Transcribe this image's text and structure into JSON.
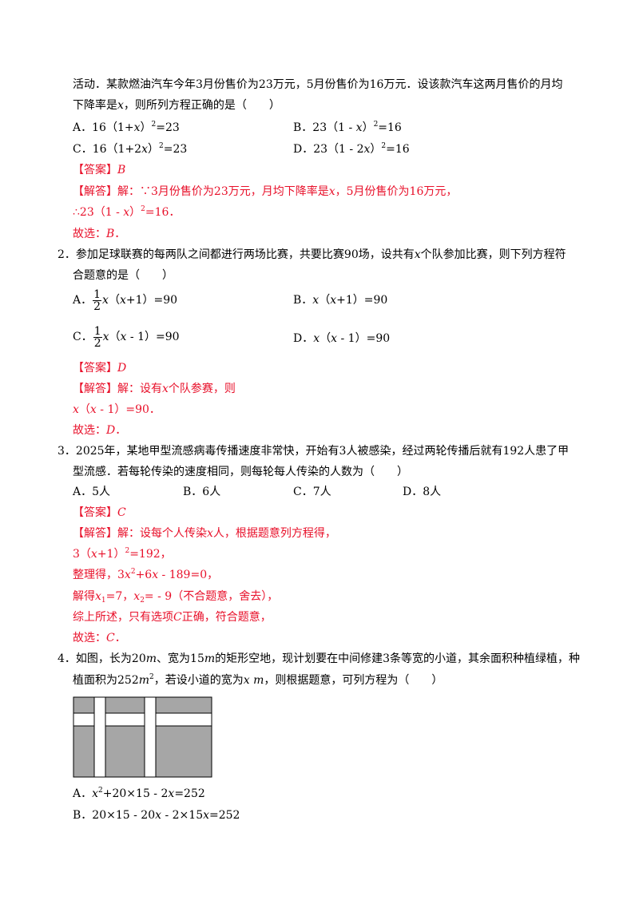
{
  "q1": {
    "line1": "活动．某款燃油汽车今年3月份售价为23万元，5月份售价为16万元．设该款汽车这两月售价的月均",
    "line2_a": "下降率是",
    "var": "x",
    "line2_b": "，则所列方程正确的是（　　）",
    "options": [
      {
        "label": "A．",
        "pre": "16（1+",
        "v": "x",
        "post": "）",
        "exp": "2",
        "tail": "=23"
      },
      {
        "label": "B．",
        "pre": "23（1 - ",
        "v": "x",
        "post": "）",
        "exp": "2",
        "tail": "=16"
      },
      {
        "label": "C．",
        "pre": "16（1+2",
        "v": "x",
        "post": "）",
        "exp": "2",
        "tail": "=23"
      },
      {
        "label": "D．",
        "pre": "23（1 - 2",
        "v": "x",
        "post": "）",
        "exp": "2",
        "tail": "=16"
      }
    ],
    "answer_label": "【答案】",
    "answer": "B",
    "sol_label": "【解答】",
    "sol1_a": "解：∵3月份售价为23万元，月均下降率是",
    "sol1_b": "，5月份售价为16万元，",
    "sol2_a": "∴23（1 - ",
    "sol2_b": "）",
    "sol2_exp": "2",
    "sol2_c": "=16．",
    "conclusion_a": "故选：",
    "conclusion_b": "B",
    "conclusion_c": "．"
  },
  "q2": {
    "num": "2．",
    "line1_a": "参加足球联赛的每两队之间都进行两场比赛，共要比赛90场，设共有",
    "var": "x",
    "line1_b": "个队参加比赛，则下列方程符",
    "line2": "合题意的是（　　）",
    "frac_num": "1",
    "frac_den": "2",
    "optA_label": "A．",
    "optA_tail_a": "（",
    "optA_tail_b": "+1）=90",
    "optB_label": "B．",
    "optB_tail_a": "（",
    "optB_tail_b": "+1）=90",
    "optC_label": "C．",
    "optC_tail_a": "（",
    "optC_tail_b": " - 1）=90",
    "optD_label": "D．",
    "optD_tail_a": "（",
    "optD_tail_b": " - 1）=90",
    "answer_label": "【答案】",
    "answer": "D",
    "sol_label": "【解答】",
    "sol1_a": "解：设有",
    "sol1_b": "个队参赛，则",
    "sol2_a": "（",
    "sol2_b": " - 1）=90．",
    "conclusion_a": "故选：",
    "conclusion_b": "D",
    "conclusion_c": "．"
  },
  "q3": {
    "num": "3．",
    "line1": "2025年，某地甲型流感病毒传播速度非常快，开始有3人被感染，经过两轮传播后就有192人患了甲",
    "line2": "型流感．若每轮传染的速度相同，则每轮每人传染的人数为（　　）",
    "options": [
      "A．5人",
      "B．6人",
      "C．7人",
      "D．8人"
    ],
    "answer_label": "【答案】",
    "answer": "C",
    "sol_label": "【解答】",
    "sol1_a": "解：设每个人传染",
    "var": "x",
    "sol1_b": "人，根据题意列方程得，",
    "sol2_a": "3（",
    "sol2_b": "+1）",
    "sol2_exp": "2",
    "sol2_c": "=192，",
    "sol3_a": "整理得，3",
    "sol3_exp": "2",
    "sol3_b": "+6",
    "sol3_c": " - 189=0，",
    "sol4_a": "解得",
    "sub1": "1",
    "sol4_b": "=7，",
    "sub2": "2",
    "sol4_c": "= - 9（不合题意，舍去），",
    "sol5_a": "综上所述，只有选项",
    "sol5_c_var": "C",
    "sol5_b": "正确，符合题意，",
    "conclusion_a": "故选：",
    "conclusion_b": "C",
    "conclusion_c": "．"
  },
  "q4": {
    "num": "4．",
    "line1_a": "如图，长为20",
    "m": "m",
    "line1_b": "、宽为15",
    "line1_c": "的矩形空地，现计划要在中间修建3条等宽的小道，其余面积种植绿植，种",
    "line2_a": "植面积为252",
    "line2_exp": "2",
    "line2_b": "，若设小道的宽为",
    "line2_c": "，则根据题意，可列方程为（　　）",
    "var": "x",
    "optA_label": "A．",
    "optA_exp": "2",
    "optA_b": "+20×15 - 2",
    "optA_c": "=252",
    "optB_label": "B．",
    "optB_a": "20×15 - 20",
    "optB_b": " - 2×15",
    "optB_c": "=252",
    "colors": {
      "plot": "#a6a6a6",
      "path": "#ffffff",
      "border": "#000000"
    }
  },
  "colors": {
    "text": "#000000",
    "answer": "#e8102a"
  }
}
